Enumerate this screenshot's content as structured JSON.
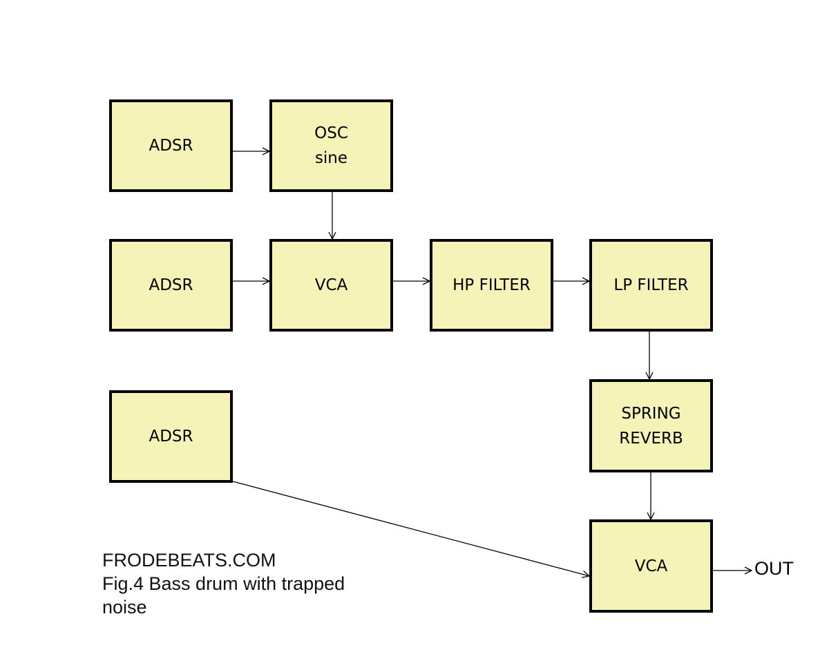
{
  "blocks": {
    "adsr_1": [
      "ADSR"
    ],
    "osc": [
      "OSC",
      "sine"
    ],
    "adsr_2": [
      "ADSR"
    ],
    "vca_1": [
      "VCA"
    ],
    "hp_filter": [
      "HP FILTER"
    ],
    "lp_filter": [
      "LP FILTER"
    ],
    "spring_reverb": [
      "SPRING",
      "REVERB"
    ],
    "adsr_3": [
      "ADSR"
    ],
    "vca_2": [
      "VCA"
    ]
  },
  "output_label": "OUT",
  "caption": {
    "line1": "FRODEBEATS.COM",
    "line2": "Fig.4  Bass drum with trapped",
    "line3": "noise"
  },
  "connections": [
    [
      "adsr_1",
      "osc"
    ],
    [
      "osc",
      "vca_1"
    ],
    [
      "adsr_2",
      "vca_1"
    ],
    [
      "vca_1",
      "hp_filter"
    ],
    [
      "hp_filter",
      "lp_filter"
    ],
    [
      "lp_filter",
      "spring_reverb"
    ],
    [
      "spring_reverb",
      "vca_2"
    ],
    [
      "adsr_3",
      "vca_2"
    ],
    [
      "vca_2",
      "output"
    ]
  ],
  "colors": {
    "block_fill": "#f5f3b8",
    "block_border": "#000000",
    "line": "#000000"
  }
}
